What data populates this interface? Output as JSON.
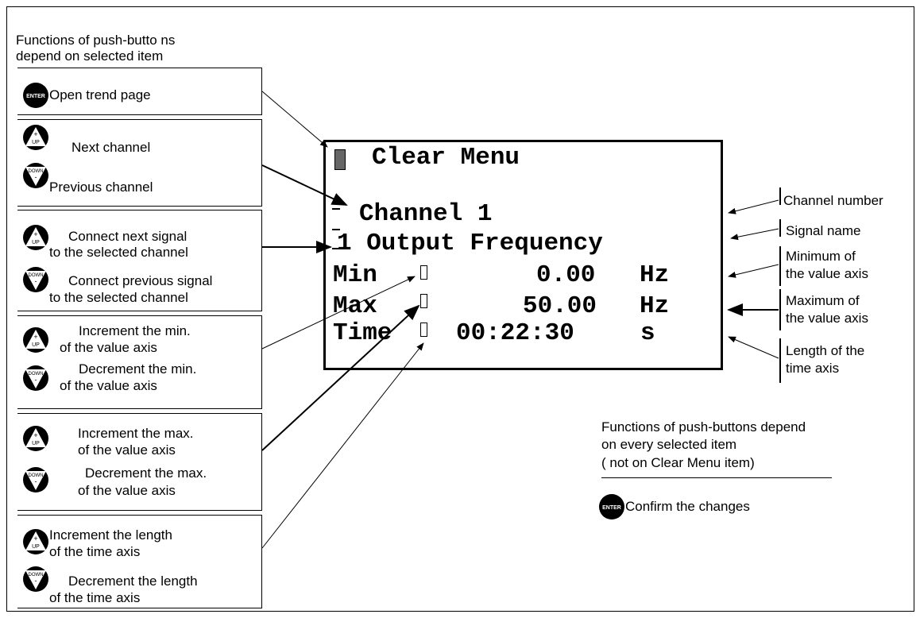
{
  "left_panel": {
    "header_line1": "Functions of push-butto ns",
    "header_line2": "depend on selected item",
    "groups": [
      {
        "items": [
          {
            "button": "ENTER",
            "label": "Open trend page"
          }
        ]
      },
      {
        "items": [
          {
            "button": "UP",
            "label": "Next channel"
          },
          {
            "button": "DOWN",
            "label": "Previous channel"
          }
        ]
      },
      {
        "items": [
          {
            "button": "UP",
            "label_lines": [
              "Connect next signal",
              "to the selected channel"
            ]
          },
          {
            "button": "DOWN",
            "label_lines": [
              "Connect previous signal",
              "to the selected channel"
            ]
          }
        ]
      },
      {
        "items": [
          {
            "button": "UP",
            "label_lines": [
              "Increment  the min.",
              "of the value axis"
            ]
          },
          {
            "button": "DOWN",
            "label_lines": [
              "Decrement the min.",
              "of the value axis"
            ]
          }
        ]
      },
      {
        "items": [
          {
            "button": "UP",
            "label_lines": [
              "Increment  the max.",
              "of the value axis"
            ]
          },
          {
            "button": "DOWN",
            "label_lines": [
              "Decrement the max.",
              "of the value axis"
            ]
          }
        ]
      },
      {
        "items": [
          {
            "button": "UP",
            "label_lines": [
              "Increment  the length",
              "of the time axis"
            ]
          },
          {
            "button": "DOWN",
            "label_lines": [
              "Decrement the length",
              "of the time axis"
            ]
          }
        ]
      }
    ]
  },
  "display": {
    "title": "Clear Menu",
    "channel": "Channel 1",
    "signal": "1 Output Frequency",
    "min_label": "Min",
    "min_value": "0.00",
    "max_label": "Max",
    "max_value": "50.00",
    "time_label": "Time",
    "time_value": "00:22:30",
    "freq_unit": "Hz",
    "time_unit": "s"
  },
  "right_labels": {
    "channel_number": "Channel number",
    "signal_name": "Signal name",
    "minimum_1": "Minimum of",
    "minimum_2": "the value axis",
    "maximum_1": "Maximum of",
    "maximum_2": "the value axis",
    "length_1": "Length of the",
    "length_2": "time axis"
  },
  "bottom_right": {
    "line1": "Functions of push-buttons depend",
    "line2": "on every selected item",
    "line3": "( not on Clear Menu item)",
    "button": "ENTER",
    "label": "Confirm the changes"
  },
  "button_texts": {
    "enter": "ENTER",
    "up": "UP",
    "down": "DOWN",
    "plus": "+",
    "minus": "-"
  }
}
